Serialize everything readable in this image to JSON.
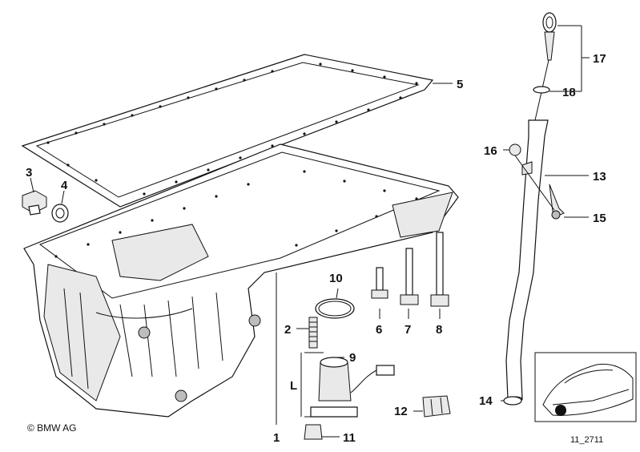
{
  "diagram": {
    "callouts": [
      {
        "id": "1",
        "label": "1"
      },
      {
        "id": "2",
        "label": "2"
      },
      {
        "id": "3",
        "label": "3"
      },
      {
        "id": "4",
        "label": "4"
      },
      {
        "id": "5",
        "label": "5"
      },
      {
        "id": "6",
        "label": "6"
      },
      {
        "id": "7",
        "label": "7"
      },
      {
        "id": "8",
        "label": "8"
      },
      {
        "id": "9",
        "label": "9"
      },
      {
        "id": "10",
        "label": "10"
      },
      {
        "id": "11",
        "label": "11"
      },
      {
        "id": "12",
        "label": "12"
      },
      {
        "id": "13",
        "label": "13"
      },
      {
        "id": "14",
        "label": "14"
      },
      {
        "id": "15",
        "label": "15"
      },
      {
        "id": "16",
        "label": "16"
      },
      {
        "id": "17",
        "label": "17"
      },
      {
        "id": "18",
        "label": "18"
      }
    ],
    "dimension_label": "L",
    "copyright": "© BMW AG",
    "drawing_number": "11_2711"
  }
}
